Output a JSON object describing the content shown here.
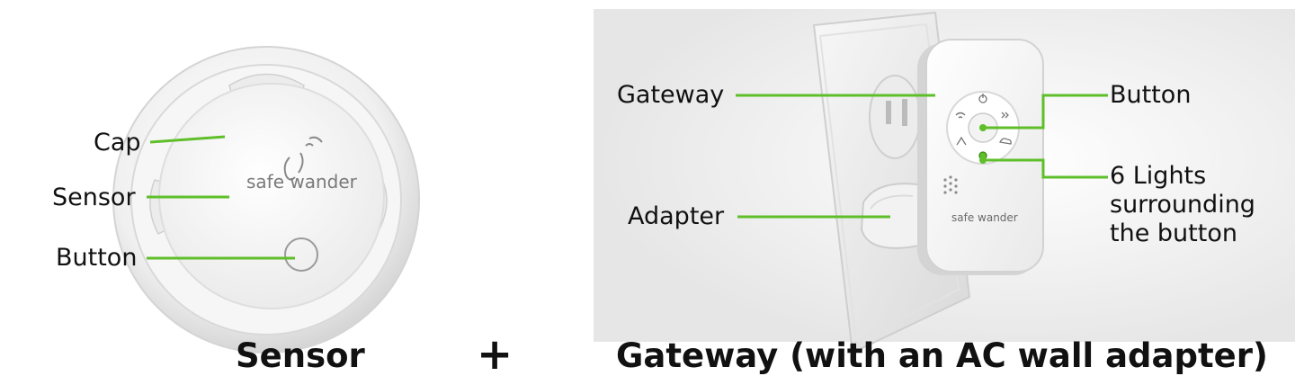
{
  "sensor": {
    "logo_text": "safe wander",
    "callouts": {
      "cap": "Cap",
      "sensor": "Sensor",
      "button": "Button"
    },
    "caption": "Sensor"
  },
  "joiner": "+",
  "gateway": {
    "logo_text": "safe wander",
    "callouts": {
      "gateway": "Gateway",
      "adapter": "Adapter",
      "button": "Button",
      "lights_line1": "6 Lights",
      "lights_line2": "surrounding",
      "lights_line3": "the button"
    },
    "caption": "Gateway (with an AC wall adapter)"
  },
  "colors": {
    "callout_line": "#5fbf2a",
    "text": "#111111",
    "device_white": "#f4f4f4",
    "wall_plate": "#eaeaea"
  }
}
